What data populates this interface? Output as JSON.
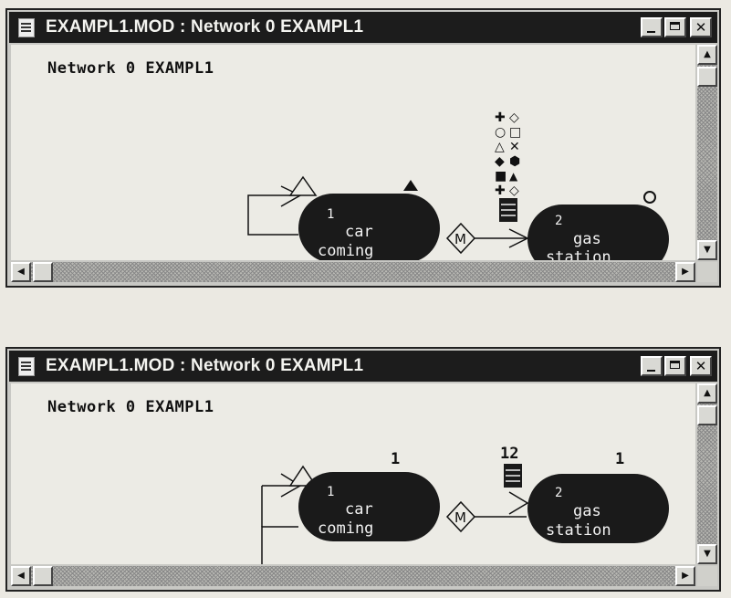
{
  "windows": [
    {
      "title": "EXAMPL1.MOD : Network 0 EXAMPL1",
      "network_label": "Network 0 EXAMPL1",
      "nodes": [
        {
          "number": "1",
          "line1": "car",
          "line2": "coming"
        },
        {
          "number": "2",
          "line1": "gas",
          "line2": "station"
        }
      ],
      "connector_label": "M"
    },
    {
      "title": "EXAMPL1.MOD : Network 0 EXAMPL1",
      "network_label": "Network 0 EXAMPL1",
      "nodes": [
        {
          "number": "1",
          "line1": "car",
          "line2": "coming",
          "count": "1"
        },
        {
          "number": "2",
          "line1": "gas",
          "line2": "station",
          "count": "1"
        }
      ],
      "connector_label": "M",
      "queue_count": "12"
    }
  ],
  "icons": {
    "window_icon": "document-icon",
    "minimize": "minimize-icon",
    "maximize": "maximize-icon",
    "close": "close-icon",
    "close_glyph": "✕",
    "arrow_up": "▲",
    "arrow_down": "▼",
    "arrow_left": "◀",
    "arrow_right": "▶"
  },
  "colors": {
    "title_bar": "#1c1c1c",
    "node_fill": "#1a1a1a",
    "client_bg": "#ecebe5"
  }
}
